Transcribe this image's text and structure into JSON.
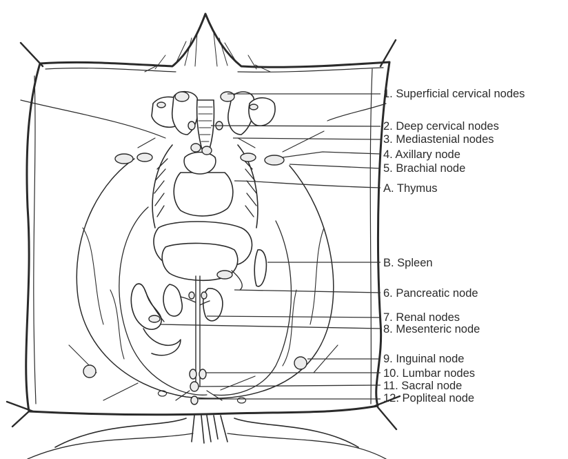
{
  "labels": {
    "superficial_cervical": "1. Superficial cervical nodes",
    "deep_cervical": "2. Deep cervical nodes",
    "mediastenial": "3. Mediastenial nodes",
    "axillary": "4. Axillary node",
    "brachial": "5. Brachial node",
    "thymus": "A. Thymus",
    "spleen": "B. Spleen",
    "pancreatic": "6. Pancreatic node",
    "renal": "7. Renal nodes",
    "mesenteric": "8. Mesenteric node",
    "inguinal": "9. Inguinal node",
    "lumbar": "10. Lumbar nodes",
    "sacral": "11. Sacral node",
    "popliteal": "12. Popliteal node"
  }
}
